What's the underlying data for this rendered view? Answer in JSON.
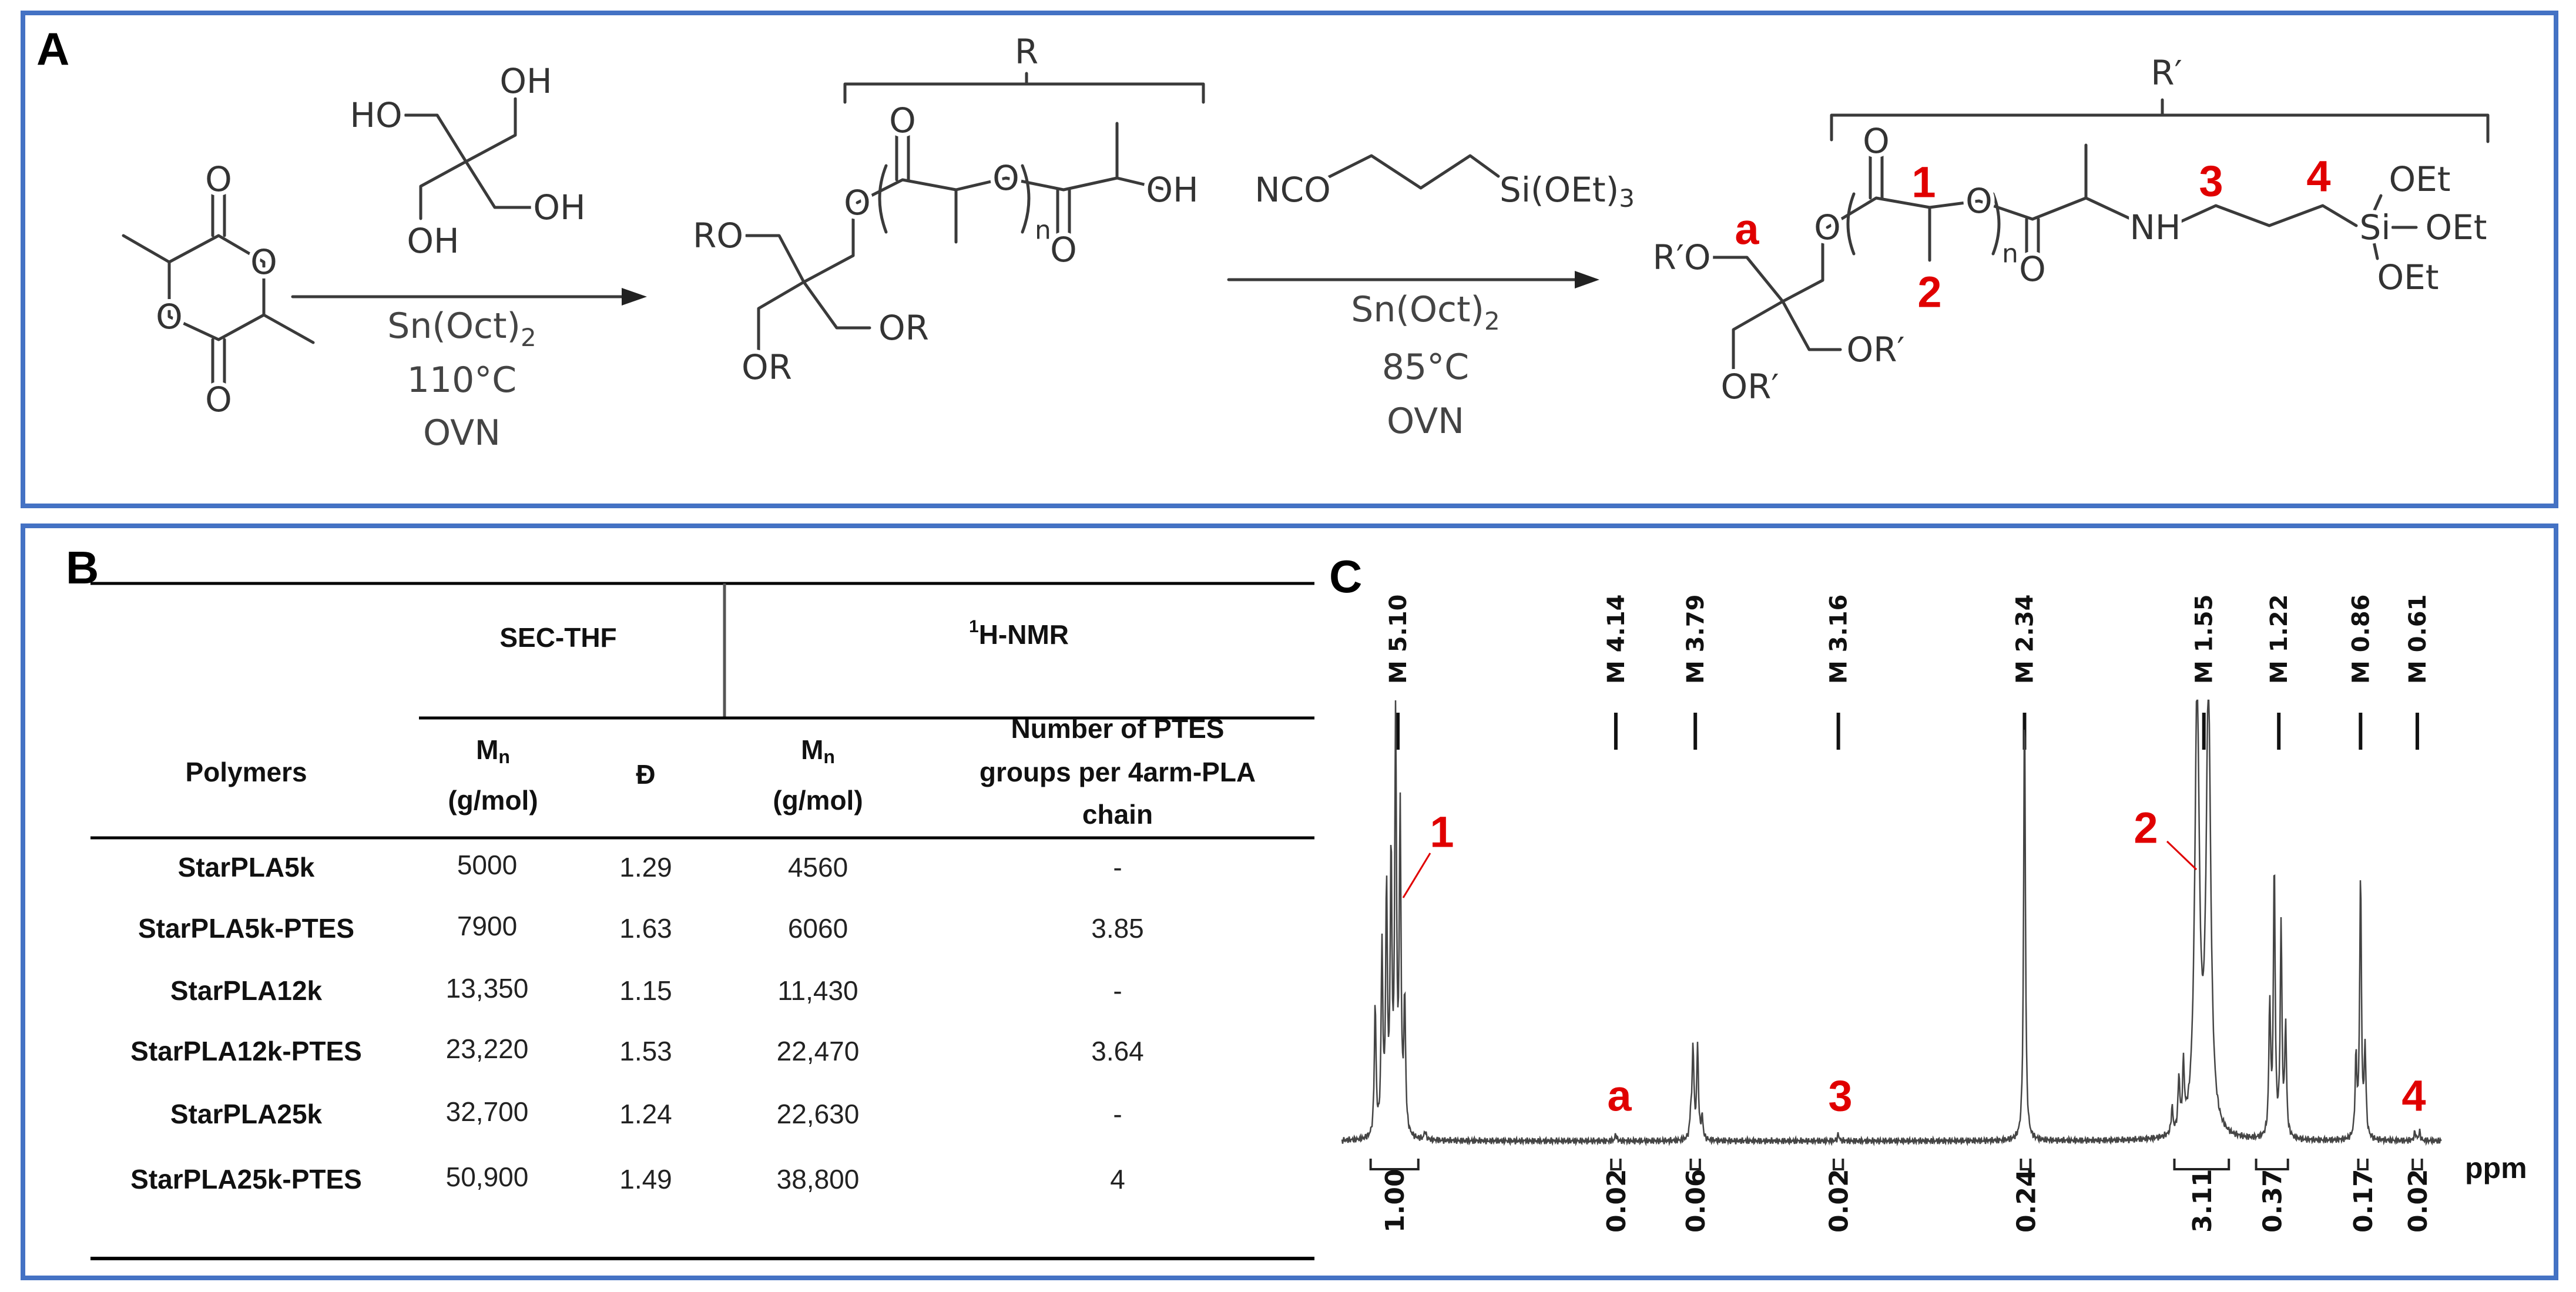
{
  "panels": {
    "a": "A",
    "b": "B",
    "c": "C"
  },
  "colors": {
    "frame": "#4472c4",
    "highlight": "#e00000"
  },
  "scheme": {
    "lactide": [
      "O",
      "O",
      "O",
      "O"
    ],
    "pentaerythritol": [
      "HO",
      "OH",
      "OH",
      "OH"
    ],
    "step1": {
      "catalyst": "Sn(Oct)",
      "catalyst_sub": "2",
      "temperature": "110°C",
      "time": "OVN"
    },
    "product1": {
      "atoms": [
        "RO",
        "OR",
        "OR",
        "O",
        "O",
        "O",
        "O",
        "OH"
      ],
      "repeat": "n",
      "group": "R"
    },
    "reagent2": {
      "left": "NCO",
      "right": "Si(OEt)",
      "right_sub": "3"
    },
    "step2": {
      "catalyst": "Sn(Oct)",
      "catalyst_sub": "2",
      "temperature": "85°C",
      "time": "OVN"
    },
    "product2": {
      "atoms": [
        "R′O",
        "OR′",
        "OR′",
        "O",
        "O",
        "O",
        "O",
        "NH",
        "Si",
        "OEt",
        "OEt",
        "OEt"
      ],
      "repeat": "n",
      "group": "R′",
      "markers": [
        "a",
        "1",
        "2",
        "3",
        "4"
      ]
    }
  },
  "table": {
    "group_headers": {
      "sec": "SEC-THF",
      "nmr_sup": "1",
      "nmr": "H-NMR"
    },
    "row_header": "Polymers",
    "columns": {
      "mn1": {
        "main": "M",
        "sub": "n",
        "unit": "(g/mol)"
      },
      "dispersity": "Đ",
      "mn2": {
        "main": "M",
        "sub": "n",
        "unit": "(g/mol)"
      },
      "ptes": [
        "Number of PTES",
        "groups per 4arm-PLA",
        "chain"
      ]
    },
    "rows": [
      [
        "StarPLA5k",
        "5000",
        "1.29",
        "4560",
        "-"
      ],
      [
        "StarPLA5k-PTES",
        "7900",
        "1.63",
        "6060",
        "3.85"
      ],
      [
        "StarPLA12k",
        "13,350",
        "1.15",
        "11,430",
        "-"
      ],
      [
        "StarPLA12k-PTES",
        "23,220",
        "1.53",
        "22,470",
        "3.64"
      ],
      [
        "StarPLA25k",
        "32,700",
        "1.24",
        "22,630",
        "-"
      ],
      [
        "StarPLA25k-PTES",
        "50,900",
        "1.49",
        "38,800",
        "4"
      ]
    ]
  },
  "spectrum": {
    "x_unit": "ppm",
    "x_reversed": true,
    "multiplets": [
      {
        "label": "M 5.10",
        "ppm": 5.1
      },
      {
        "label": "M 4.14",
        "ppm": 4.14
      },
      {
        "label": "M 3.79",
        "ppm": 3.79
      },
      {
        "label": "M 3.16",
        "ppm": 3.16
      },
      {
        "label": "M 2.34",
        "ppm": 2.34
      },
      {
        "label": "M 1.55",
        "ppm": 1.55
      },
      {
        "label": "M 1.22",
        "ppm": 1.22
      },
      {
        "label": "M 0.86",
        "ppm": 0.86
      },
      {
        "label": "M 0.61",
        "ppm": 0.61
      }
    ],
    "integrals": [
      {
        "value": "1.00",
        "from": 5.22,
        "to": 5.01
      },
      {
        "value": "0.02",
        "from": 4.16,
        "to": 4.12
      },
      {
        "value": "0.06",
        "from": 3.81,
        "to": 3.77
      },
      {
        "value": "0.02",
        "from": 3.18,
        "to": 3.14
      },
      {
        "value": "0.24",
        "from": 2.35,
        "to": 2.32
      },
      {
        "value": "3.11",
        "from": 1.68,
        "to": 1.44
      },
      {
        "value": "0.37",
        "from": 1.32,
        "to": 1.18
      },
      {
        "value": "0.17",
        "from": 0.87,
        "to": 0.83
      },
      {
        "value": "0.02",
        "from": 0.63,
        "to": 0.59
      }
    ],
    "assignments": [
      {
        "label": "1",
        "ppm": 5.1
      },
      {
        "label": "2",
        "ppm": 1.55
      },
      {
        "label": "a",
        "ppm": 4.14
      },
      {
        "label": "3",
        "ppm": 3.16
      },
      {
        "label": "4",
        "ppm": 0.61
      }
    ],
    "peaks": [
      {
        "ppm": 5.2,
        "h": 0.3
      },
      {
        "ppm": 5.17,
        "h": 0.42
      },
      {
        "ppm": 5.15,
        "h": 0.55
      },
      {
        "ppm": 5.13,
        "h": 0.62
      },
      {
        "ppm": 5.11,
        "h": 0.95
      },
      {
        "ppm": 5.09,
        "h": 0.72
      },
      {
        "ppm": 5.07,
        "h": 0.3
      },
      {
        "ppm": 4.98,
        "h": 0.02
      },
      {
        "ppm": 4.14,
        "h": 0.015
      },
      {
        "ppm": 3.81,
        "h": 0.05
      },
      {
        "ppm": 3.8,
        "h": 0.21
      },
      {
        "ppm": 3.78,
        "h": 0.21
      },
      {
        "ppm": 3.76,
        "h": 0.05
      },
      {
        "ppm": 3.16,
        "h": 0.015
      },
      {
        "ppm": 2.34,
        "h": 1.0
      },
      {
        "ppm": 1.69,
        "h": 0.06
      },
      {
        "ppm": 1.66,
        "h": 0.12
      },
      {
        "ppm": 1.64,
        "h": 0.14
      },
      {
        "ppm": 1.58,
        "h": 1.0
      },
      {
        "ppm": 1.53,
        "h": 1.0
      },
      {
        "ppm": 1.26,
        "h": 0.3
      },
      {
        "ppm": 1.24,
        "h": 0.62
      },
      {
        "ppm": 1.21,
        "h": 0.48
      },
      {
        "ppm": 1.19,
        "h": 0.25
      },
      {
        "ppm": 0.88,
        "h": 0.18
      },
      {
        "ppm": 0.86,
        "h": 0.6
      },
      {
        "ppm": 0.84,
        "h": 0.2
      },
      {
        "ppm": 0.62,
        "h": 0.02
      },
      {
        "ppm": 0.6,
        "h": 0.02
      }
    ]
  }
}
